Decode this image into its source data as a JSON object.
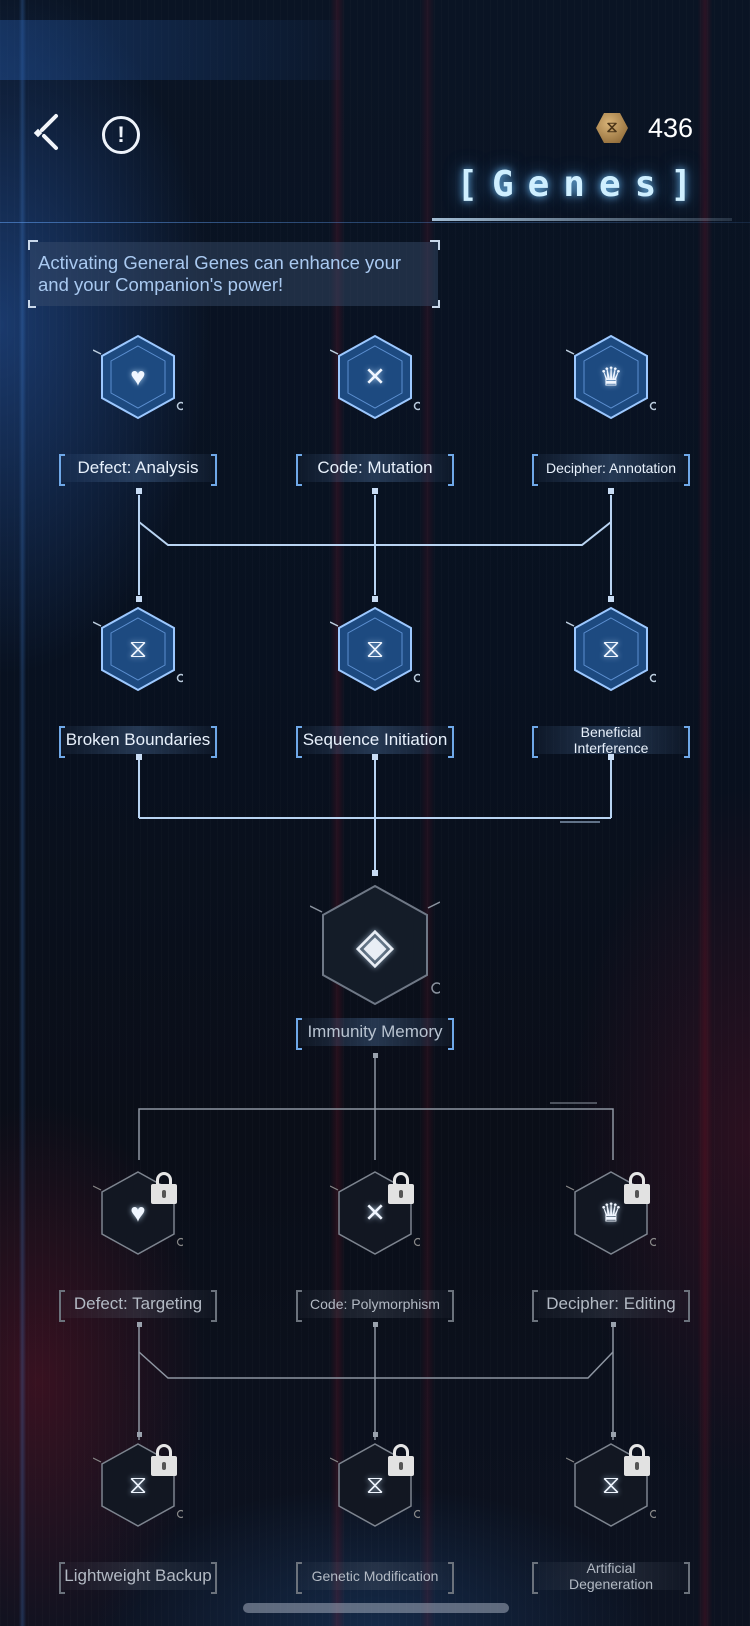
{
  "header": {
    "back_icon": "chevron-left-icon",
    "info_icon": "exclamation-circle-icon",
    "currency": {
      "icon": "dna-coin-icon",
      "amount": "436"
    },
    "title": "[Genes]"
  },
  "banner": {
    "text": "Activating General Genes can enhance your and your Companion's power!"
  },
  "tree": {
    "tier1": [
      {
        "label": "Defect: Analysis",
        "icon": "heart-slash-icon",
        "glyph": "♥",
        "state": "active"
      },
      {
        "label": "Code: Mutation",
        "icon": "crossed-swords-icon",
        "glyph": "✕",
        "state": "active"
      },
      {
        "label": "Decipher: Annotation",
        "icon": "crown-icon",
        "glyph": "♛",
        "state": "active"
      }
    ],
    "tier2": [
      {
        "label": "Broken Boundaries",
        "icon": "dna-plus-icon",
        "glyph": "⧖",
        "state": "active"
      },
      {
        "label": "Sequence Initiation",
        "icon": "dna-plus-icon",
        "glyph": "⧖",
        "state": "active"
      },
      {
        "label": "Beneficial Interference",
        "icon": "dna-plus-icon",
        "glyph": "⧖",
        "state": "active"
      }
    ],
    "core": {
      "label": "Immunity Memory",
      "icon": "cycle-diamond-icon",
      "glyph": "◈",
      "state": "available"
    },
    "tier3": [
      {
        "label": "Defect: Targeting",
        "icon": "heart-slash-icon",
        "glyph": "♥",
        "state": "locked"
      },
      {
        "label": "Code: Polymorphism",
        "icon": "crossed-swords-icon",
        "glyph": "✕",
        "state": "locked"
      },
      {
        "label": "Decipher: Editing",
        "icon": "crown-icon",
        "glyph": "♛",
        "state": "locked"
      }
    ],
    "tier4": [
      {
        "label": "Lightweight Backup",
        "icon": "dna-plus-icon",
        "glyph": "⧖",
        "state": "locked"
      },
      {
        "label": "Genetic Modification",
        "icon": "dna-plus-icon",
        "glyph": "⧖",
        "state": "locked"
      },
      {
        "label": "Artificial Degeneration",
        "icon": "dna-plus-icon",
        "glyph": "⧖",
        "state": "locked"
      }
    ]
  },
  "colors": {
    "active_border": "#7fb6ff",
    "active_fill": "#1d4a80",
    "locked_border": "#8a9099",
    "accent_title": "#cfefff"
  }
}
